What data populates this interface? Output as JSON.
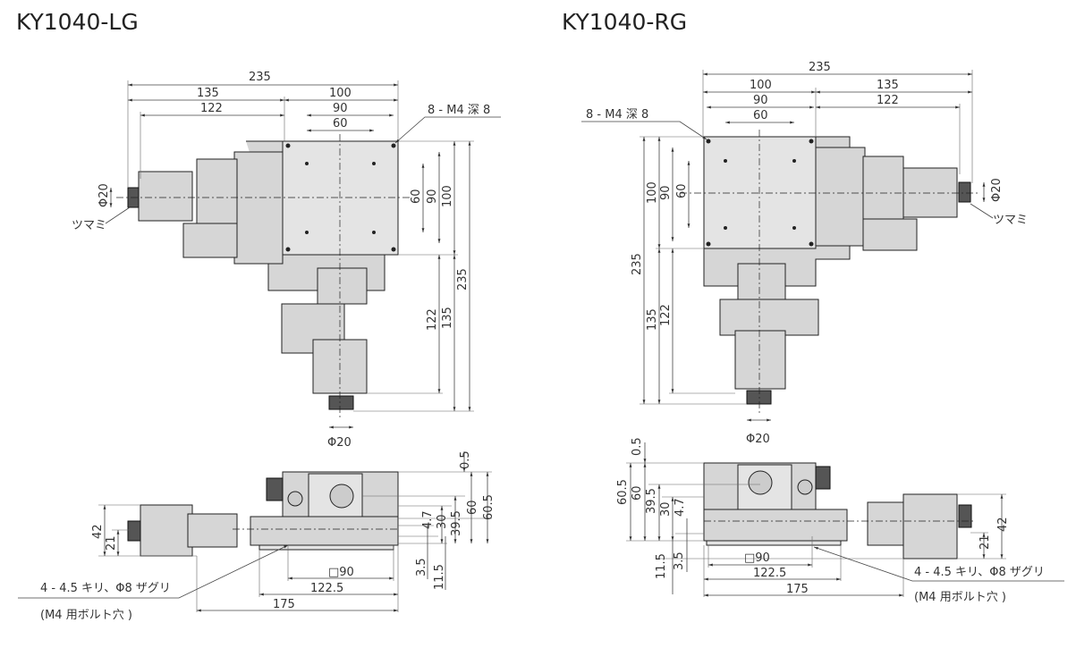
{
  "left": {
    "title": "KY1040-LG",
    "top_view": {
      "dims_horizontal": [
        "235",
        "135",
        "100",
        "122",
        "90",
        "60"
      ],
      "dims_vertical": [
        "60",
        "90",
        "100",
        "235",
        "122",
        "135"
      ],
      "tap_note": "8 - M4 深 8",
      "knob_dia_side": "Φ20",
      "knob_label": "ツマミ",
      "knob_dia_bottom": "Φ20"
    },
    "side_view": {
      "dims_right": [
        "0.5",
        "60.5",
        "60",
        "39.5",
        "30",
        "4.7",
        "3.5",
        "11.5"
      ],
      "dims_left": [
        "42",
        "21"
      ],
      "dims_bottom": [
        "□90",
        "122.5",
        "175"
      ],
      "hole_note": "4 - 4.5 キリ、Φ8 ザグリ",
      "hole_note_sub": "(M4 用ボルト穴 )"
    }
  },
  "right": {
    "title": "KY1040-RG",
    "top_view": {
      "dims_horizontal": [
        "235",
        "100",
        "135",
        "90",
        "122",
        "60"
      ],
      "dims_vertical": [
        "100",
        "90",
        "60",
        "235",
        "135",
        "122"
      ],
      "tap_note": "8 - M4 深 8",
      "knob_dia_side": "Φ20",
      "knob_label": "ツマミ",
      "knob_dia_bottom": "Φ20"
    },
    "side_view": {
      "dims_left": [
        "0.5",
        "60.5",
        "60",
        "39.5",
        "30",
        "4.7",
        "11.5",
        "3.5"
      ],
      "dims_right": [
        "42",
        "21"
      ],
      "dims_bottom": [
        "□90",
        "122.5",
        "175"
      ],
      "hole_note": "4 - 4.5 キリ、Φ8 ザグリ",
      "hole_note_sub": "(M4 用ボルト穴 )"
    }
  }
}
